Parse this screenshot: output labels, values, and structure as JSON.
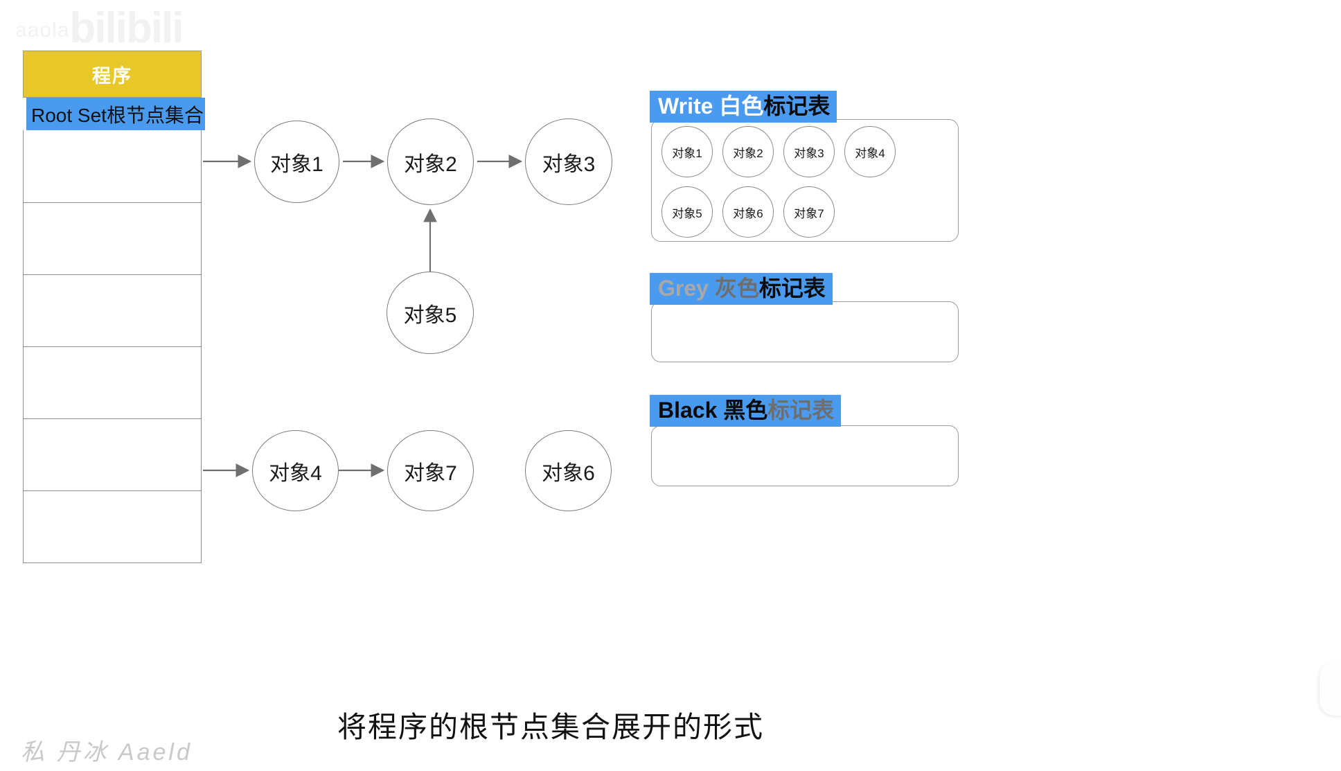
{
  "watermarks": {
    "top": "bilibili",
    "top_prefix": "aaola",
    "bottom": "私 丹冰 Aaeld"
  },
  "root_set": {
    "program_label": "程序",
    "header_label": "Root Set根节点集合",
    "empty_row_count": 6
  },
  "graph": {
    "nodes": [
      {
        "id": "obj1",
        "label": "对象1"
      },
      {
        "id": "obj2",
        "label": "对象2"
      },
      {
        "id": "obj3",
        "label": "对象3"
      },
      {
        "id": "obj5",
        "label": "对象5"
      },
      {
        "id": "obj4",
        "label": "对象4"
      },
      {
        "id": "obj7",
        "label": "对象7"
      },
      {
        "id": "obj6",
        "label": "对象6"
      }
    ],
    "edges": [
      {
        "from": "root-set",
        "to": "obj1"
      },
      {
        "from": "obj1",
        "to": "obj2"
      },
      {
        "from": "obj2",
        "to": "obj3"
      },
      {
        "from": "obj5",
        "to": "obj2"
      },
      {
        "from": "root-set",
        "to": "obj4"
      },
      {
        "from": "obj4",
        "to": "obj7"
      }
    ]
  },
  "mark_tables": [
    {
      "id": "white",
      "title_en": "Write ",
      "title_colour": "白色",
      "title_suffix": "标记表",
      "objects": [
        "对象1",
        "对象2",
        "对象3",
        "对象4",
        "对象5",
        "对象6",
        "对象7"
      ]
    },
    {
      "id": "grey",
      "title_en": "Grey ",
      "title_colour": "灰色",
      "title_suffix": "标记表",
      "objects": []
    },
    {
      "id": "black",
      "title_en": "Black ",
      "title_colour": "黑色",
      "title_suffix": "标记表",
      "objects": []
    }
  ],
  "caption": "将程序的根节点集合展开的形式",
  "colors": {
    "accent_blue": "#4a9bf0",
    "program_yellow": "#e8c728",
    "stroke_grey": "#7b7b7b"
  }
}
